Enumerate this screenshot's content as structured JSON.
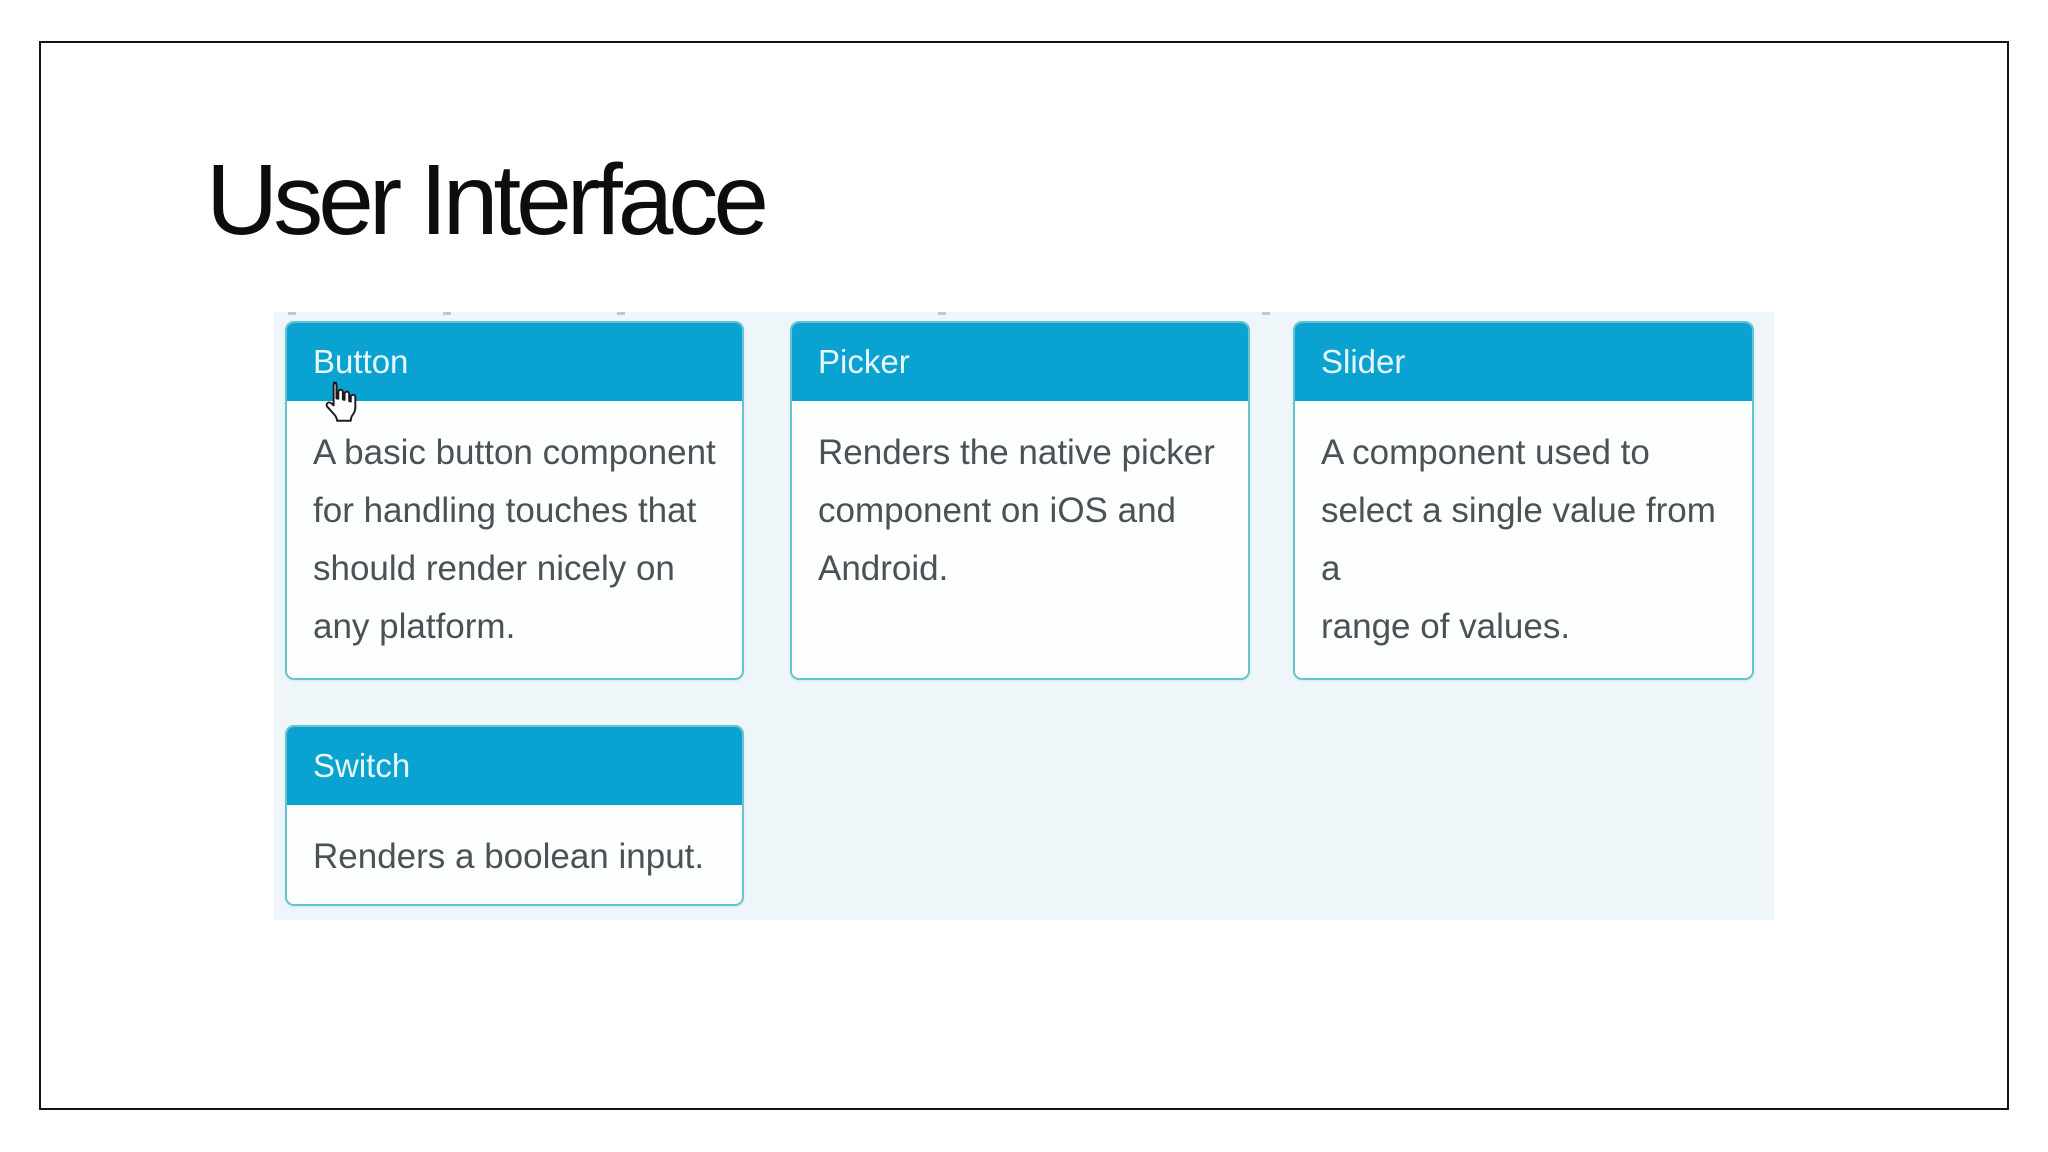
{
  "slide": {
    "title": "User Interface"
  },
  "theme": {
    "header_bg": "#0aa2d0",
    "header_text": "#e9f7fc",
    "card_border": "#64c4d0",
    "card_bg": "#fdfefe",
    "body_text": "#4b5155",
    "panel_bg": "#eff6fa",
    "slide_border": "#141414",
    "title_color": "#0d0d0d"
  },
  "cards": [
    {
      "title": "Button",
      "description": "A basic button component\nfor handling touches that\nshould render nicely on\nany platform."
    },
    {
      "title": "Picker",
      "description": "Renders the native picker\ncomponent on iOS and\nAndroid."
    },
    {
      "title": "Slider",
      "description": "A component used to\nselect a single value from a\nrange of values."
    },
    {
      "title": "Switch",
      "description": "Renders a boolean input."
    }
  ],
  "cursor": {
    "icon": "hand-pointer"
  }
}
